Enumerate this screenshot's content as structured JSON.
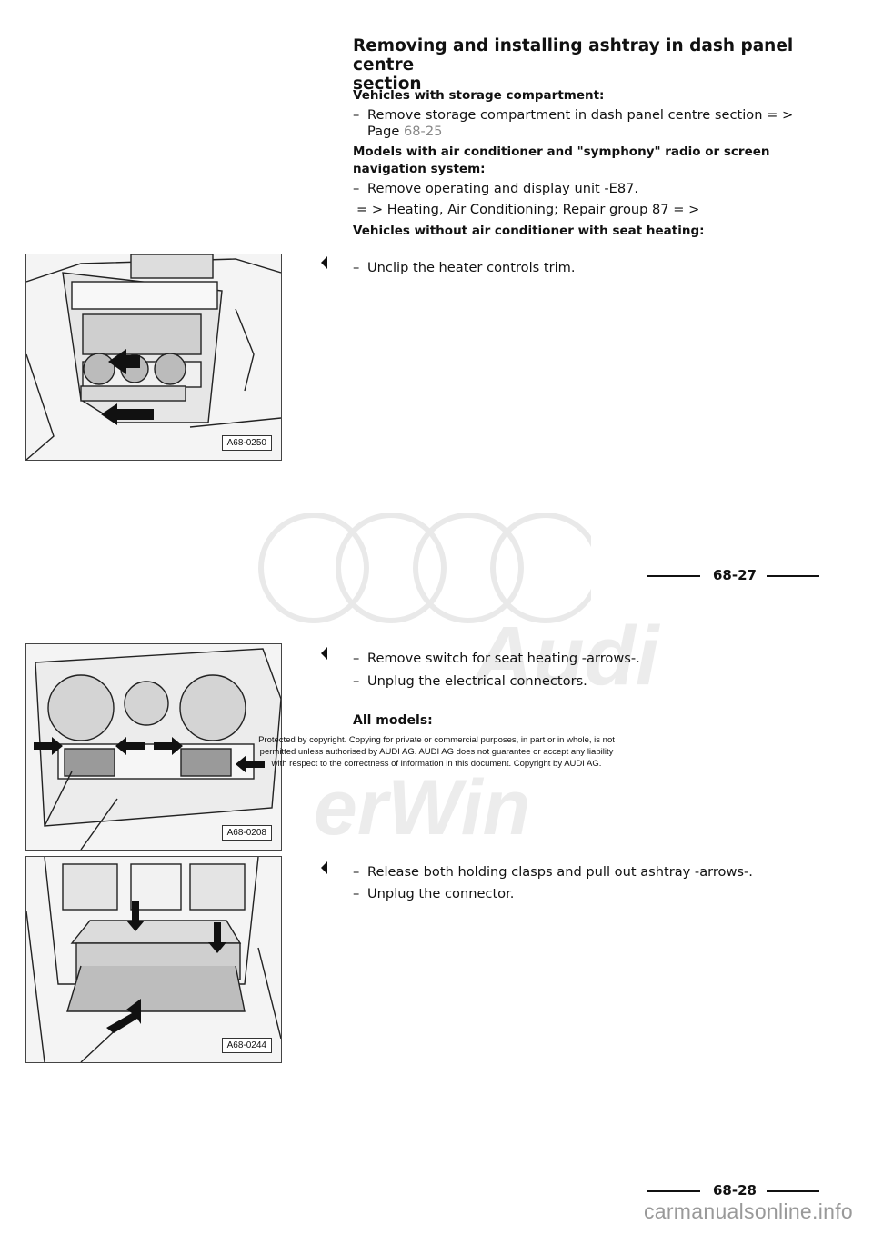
{
  "section": {
    "title_line1": "Removing and installing ashtray in dash panel centre",
    "title_line2": "section"
  },
  "block1": {
    "heading_storage": "Vehicles with storage compartment:",
    "step_storage": "Remove storage compartment in dash panel centre section = >",
    "step_storage_page_prefix": "Page",
    "step_storage_page_link": "68-25",
    "heading_ac_line1": "Models with air conditioner and \"symphony\" radio or screen",
    "heading_ac_line2": "navigation system:",
    "step_ac": "Remove operating and display unit -E87.",
    "ref_ac": "= > Heating, Air Conditioning; Repair group 87 = >",
    "heading_no_ac": "Vehicles without air conditioner with seat heating:",
    "step_unclip": "Unclip the heater controls trim."
  },
  "block2": {
    "step_seat_switch": "Remove switch for seat heating -arrows-.",
    "step_unplug_electrical": "Unplug the electrical connectors.",
    "heading_all": "All models:",
    "step_release": "Release both holding clasps and pull out ashtray -arrows-.",
    "step_unplug_connector": "Unplug the connector."
  },
  "figures": [
    {
      "label": "A68-0250"
    },
    {
      "label": "A68-0208"
    },
    {
      "label": "A68-0244"
    }
  ],
  "page_numbers": {
    "first": "68-27",
    "second": "68-28"
  },
  "copyright": {
    "line1": "Protected by copyright. Copying for private or commercial purposes, in part or in whole, is not",
    "line2": "permitted unless authorised by AUDI AG. AUDI AG does not guarantee or accept any liability",
    "line3": "with respect to the correctness of information in this document. Copyright by AUDI AG."
  },
  "watermark": {
    "brand_line1": "Audi",
    "brand_line2": "erWin"
  },
  "footer": {
    "site": "carmanualsonline.info"
  },
  "icons": {
    "step_marker": "triangle-left-icon",
    "figure_arrows": "arrow-icon"
  }
}
